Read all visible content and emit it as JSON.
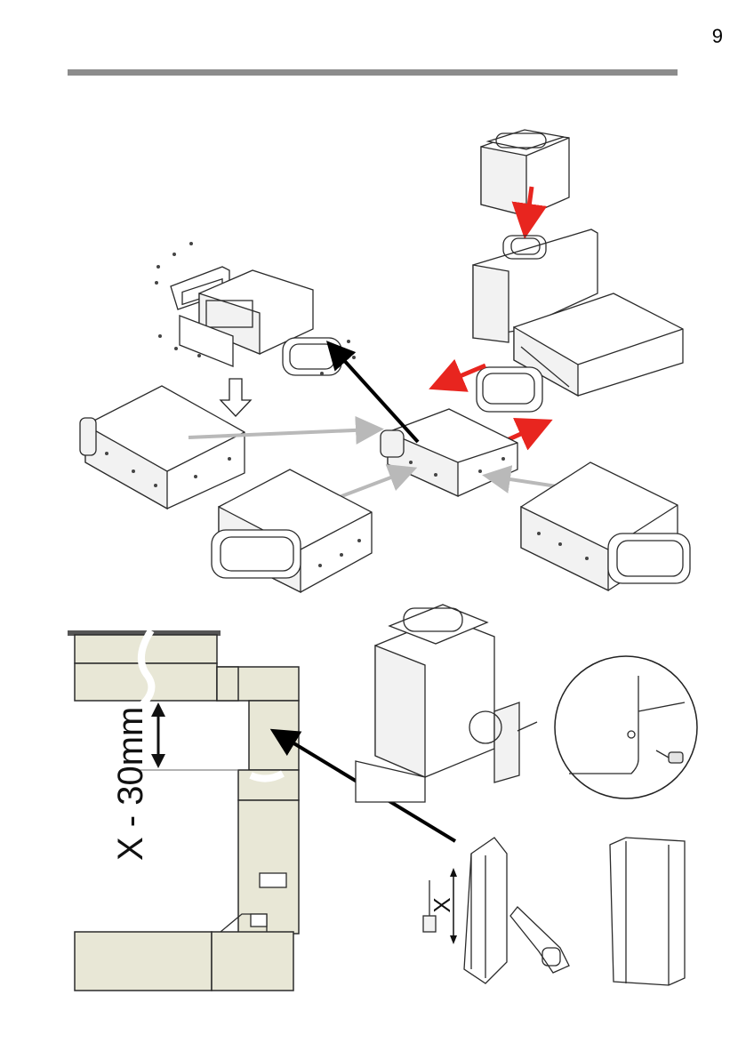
{
  "page": {
    "number": "9"
  },
  "labels": {
    "offset": "X - 30mm",
    "cut_length": "X"
  },
  "colors": {
    "red_arrow": "#e8251f",
    "gray_arrow": "#b9b9b9",
    "black_arrow": "#000000",
    "duct_fill": "#e8e7d6",
    "rule": "#8c8c8c"
  }
}
